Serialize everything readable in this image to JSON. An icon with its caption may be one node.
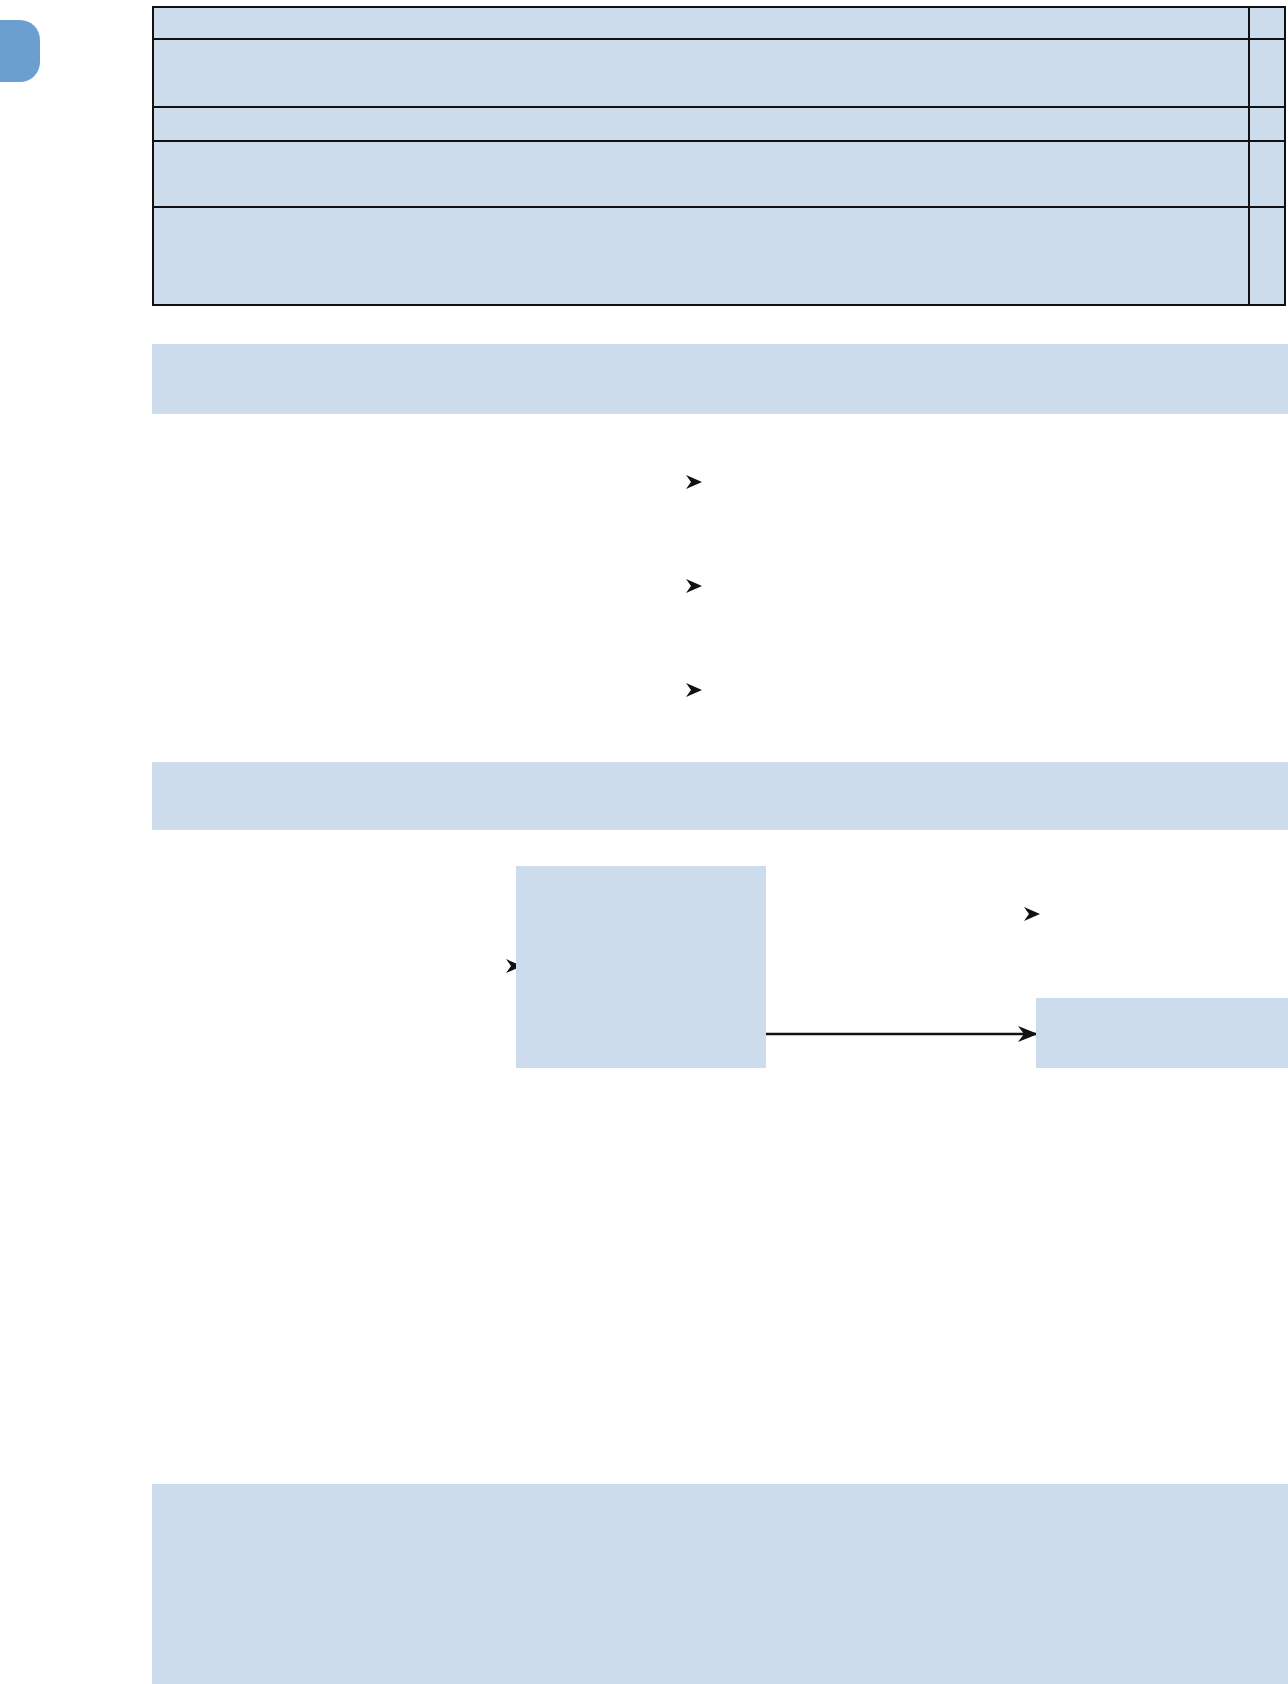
{
  "diagram": {
    "nodes": [
      {
        "text": [],
        "shape": "box"
      },
      {
        "text": [],
        "shape": "box"
      },
      {
        "text": [],
        "shape": "box"
      },
      {
        "text": [],
        "shape": "box"
      },
      {
        "text": [],
        "shape": "box"
      }
    ],
    "edges": [
      {
        "from": 2,
        "to": 3,
        "arrow": "to"
      }
    ]
  }
}
